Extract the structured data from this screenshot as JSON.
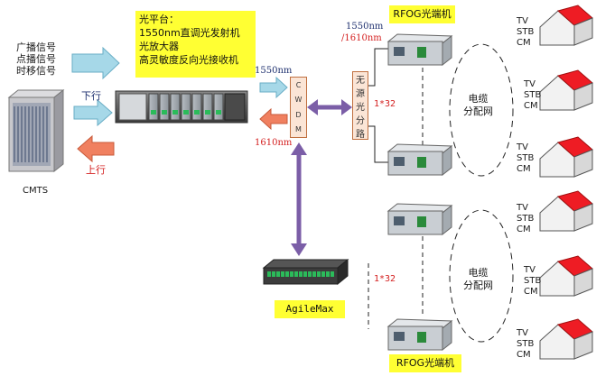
{
  "signals": {
    "broadcast": "广播信号",
    "vod": "点播信号",
    "timeshift": "时移信号",
    "downstream": "下行",
    "upstream": "上行"
  },
  "cmts_label": "CMTS",
  "platform": {
    "title": "光平台：",
    "lines": [
      "1550nm直调光发射机",
      "光放大器",
      "高灵敏度反向光接收机"
    ]
  },
  "wavelengths": {
    "w1550_left": "1550nm",
    "w1610_left": "1610nm",
    "w1550_top": "1550nm",
    "w1610_top": "/1610nm"
  },
  "cwdm_letters": [
    "C",
    "W",
    "D",
    "M"
  ],
  "splitter_text": [
    "无",
    "源",
    "光",
    "分",
    "路"
  ],
  "split_ratio_top": "1*32",
  "split_ratio_bottom": "1*32",
  "rfog_top": "RFOG光端机",
  "rfog_bottom": "RFOG光端机",
  "agilemax": "AgileMax",
  "cable_net_top": [
    "电缆",
    "分配网"
  ],
  "cable_net_bottom": [
    "电缆",
    "分配网"
  ],
  "house_labels": [
    [
      "TV",
      "STB",
      "CM"
    ],
    [
      "TV",
      "STB",
      "CM"
    ],
    [
      "TV",
      "STB",
      "CM"
    ],
    [
      "TV",
      "STB",
      "CM"
    ],
    [
      "TV",
      "STB",
      "CM"
    ],
    [
      "TV",
      "STB",
      "CM"
    ]
  ],
  "colors": {
    "arrow_blue": "#a6d8e8",
    "arrow_red": "#f08060",
    "link_purple": "#7b5ea7",
    "label_yellow": "#ffff33",
    "roof_red": "#ee1c24"
  }
}
